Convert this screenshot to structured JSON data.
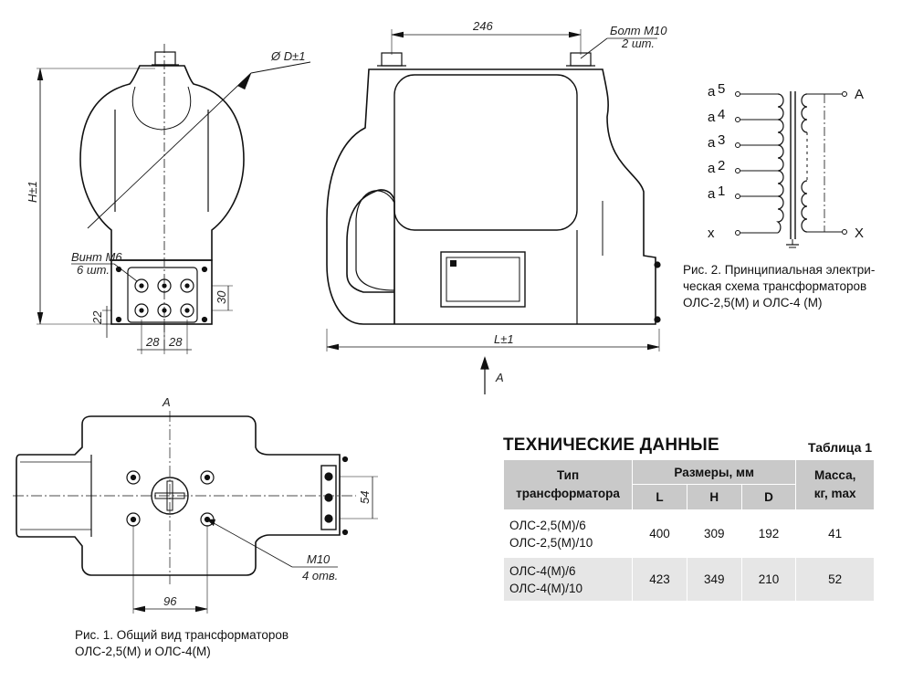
{
  "figure1": {
    "caption_line1": "Рис. 1. Общий вид трансформаторов",
    "caption_line2": "ОЛС-2,5(М) и ОЛС-4(М)",
    "dims": {
      "width_top": "246",
      "bolt": "Болт М10",
      "bolt_qty": "2 шт.",
      "diameter": "Ø D±1",
      "height": "H±1",
      "screw": "Винт М6",
      "screw_qty": "6 шт.",
      "d30": "30",
      "d22": "22",
      "d28a": "28",
      "d28b": "28",
      "length": "L±1",
      "arrow_label": "A",
      "view_label": "A",
      "d54": "54",
      "d96": "96",
      "m10": "М10",
      "m10_qty": "4 отв."
    }
  },
  "figure2": {
    "caption_line1": "Рис. 2. Принципиальная электри-",
    "caption_line2": "ческая схема трансформаторов",
    "caption_line3": "ОЛС-2,5(М) и ОЛС-4 (М)",
    "terminals_left": [
      "a",
      "a",
      "a",
      "a",
      "a",
      "x"
    ],
    "subscripts": [
      "5",
      "4",
      "3",
      "2",
      "1"
    ],
    "terminal_A": "A",
    "terminal_X": "X"
  },
  "table": {
    "title": "ТЕХНИЧЕСКИЕ ДАННЫЕ",
    "number": "Таблица 1",
    "head_type_1": "Тип",
    "head_type_2": "трансформатора",
    "head_dims": "Размеры, мм",
    "head_mass_1": "Масса,",
    "head_mass_2": "кг, max",
    "col_L": "L",
    "col_H": "H",
    "col_D": "D",
    "rows": [
      {
        "type1": "ОЛС-2,5(М)/6",
        "type2": "ОЛС-2,5(М)/10",
        "L": "400",
        "H": "309",
        "D": "192",
        "mass": "41"
      },
      {
        "type1": "ОЛС-4(М)/6",
        "type2": "ОЛС-4(М)/10",
        "L": "423",
        "H": "349",
        "D": "210",
        "mass": "52"
      }
    ]
  }
}
